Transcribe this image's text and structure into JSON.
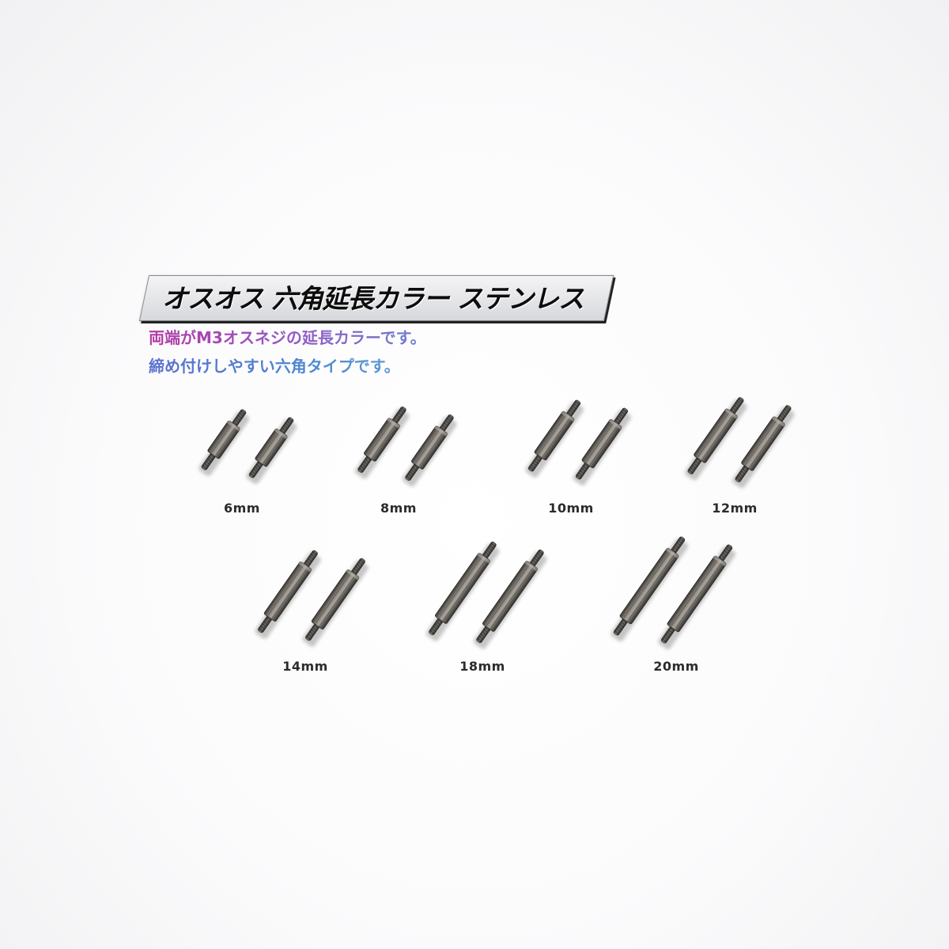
{
  "title": "オスオス 六角延長カラー ステンレス",
  "subtitle_lines": [
    "両端がM3オスネジの延長カラーです。",
    "締め付けしやすい六角タイプです。"
  ],
  "sizes": [
    {
      "label": "6mm",
      "length_mm": 6
    },
    {
      "label": "8mm",
      "length_mm": 8
    },
    {
      "label": "10mm",
      "length_mm": 10
    },
    {
      "label": "12mm",
      "length_mm": 12
    },
    {
      "label": "14mm",
      "length_mm": 14
    },
    {
      "label": "18mm",
      "length_mm": 18
    },
    {
      "label": "20mm",
      "length_mm": 20
    }
  ],
  "colors": {
    "metal_dark": "#3c3a37",
    "metal_mid": "#6f6b65",
    "metal_light": "#a9a49c",
    "title_text": "#0c0c0c",
    "subtitle_1": "#9a55c4",
    "subtitle_2": "#4c86cf"
  }
}
